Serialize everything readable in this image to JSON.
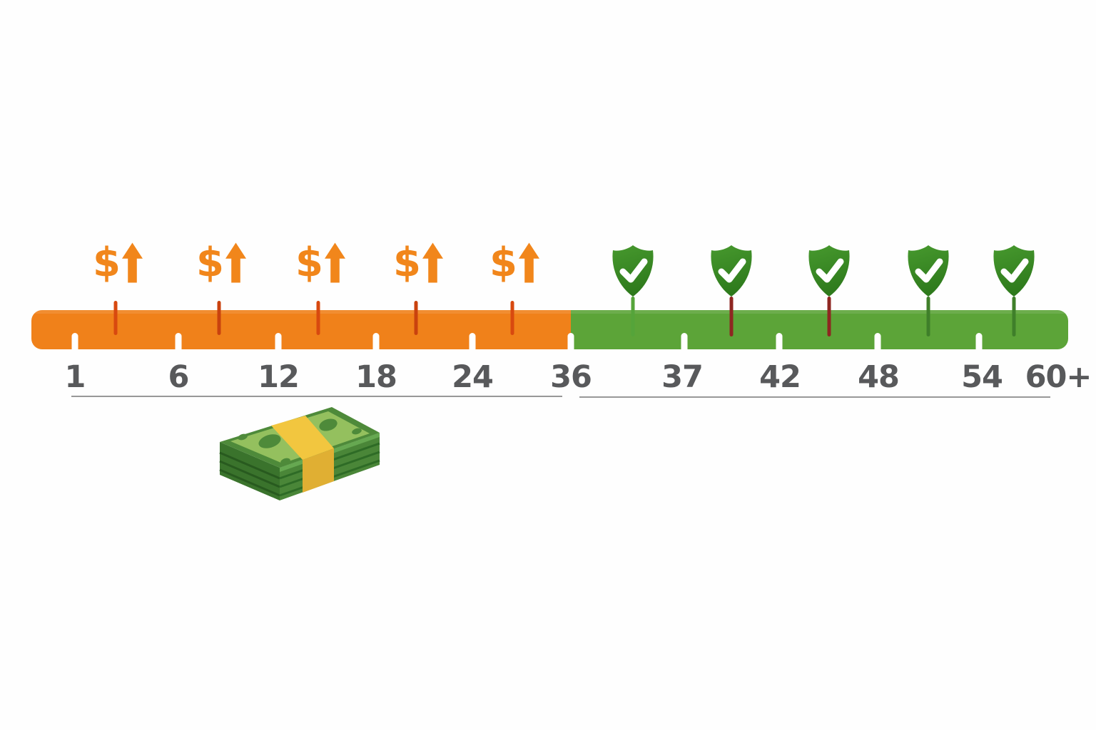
{
  "timeline": {
    "tick_labels": [
      "1",
      "6",
      "12",
      "18",
      "24",
      "36",
      "37",
      "42",
      "48",
      "54",
      "60+"
    ],
    "orange_segment": {
      "color": "#F0811A"
    },
    "green_segment": {
      "color": "#5CA438"
    },
    "dollar_markers": [
      {
        "icon": "dollar-up-arrow-icon",
        "symbol": "$",
        "stem_color": "#D8490F"
      },
      {
        "icon": "dollar-up-arrow-icon",
        "symbol": "$",
        "stem_color": "#C9420E"
      },
      {
        "icon": "dollar-up-arrow-icon",
        "symbol": "$",
        "stem_color": "#D8490F"
      },
      {
        "icon": "dollar-up-arrow-icon",
        "symbol": "$",
        "stem_color": "#C9420E"
      },
      {
        "icon": "dollar-up-arrow-icon",
        "symbol": "$",
        "stem_color": "#D8490F"
      }
    ],
    "shield_markers": [
      {
        "icon": "shield-check-icon",
        "stem_color": "#55A43A"
      },
      {
        "icon": "shield-check-icon",
        "stem_color": "#8E2621"
      },
      {
        "icon": "shield-check-icon",
        "stem_color": "#8E2621"
      },
      {
        "icon": "shield-check-icon",
        "stem_color": "#3F7F2A"
      },
      {
        "icon": "shield-check-icon",
        "stem_color": "#3F7F2A"
      }
    ]
  },
  "colors": {
    "dollar_icon": "#F1861B",
    "tick_label": "#58595B",
    "underline": "#989898",
    "tick_notch": "#FFFFFF",
    "shield_top": "#47992E",
    "shield_bottom": "#2E7A1C",
    "shield_check": "#FFFFFF",
    "money_bill_border": "#4E8A3A",
    "money_bill_face": "#94C05E",
    "money_side_left": "#3A732C",
    "money_side_left_line": "#285A1F",
    "money_side_right": "#4A8638",
    "money_side_right_line": "#2E6B26",
    "money_edge_highlight": "#66A851",
    "money_band": "#F2C63F",
    "money_band_shade": "#E0AF33",
    "money_oval": "#4E8A3A"
  }
}
